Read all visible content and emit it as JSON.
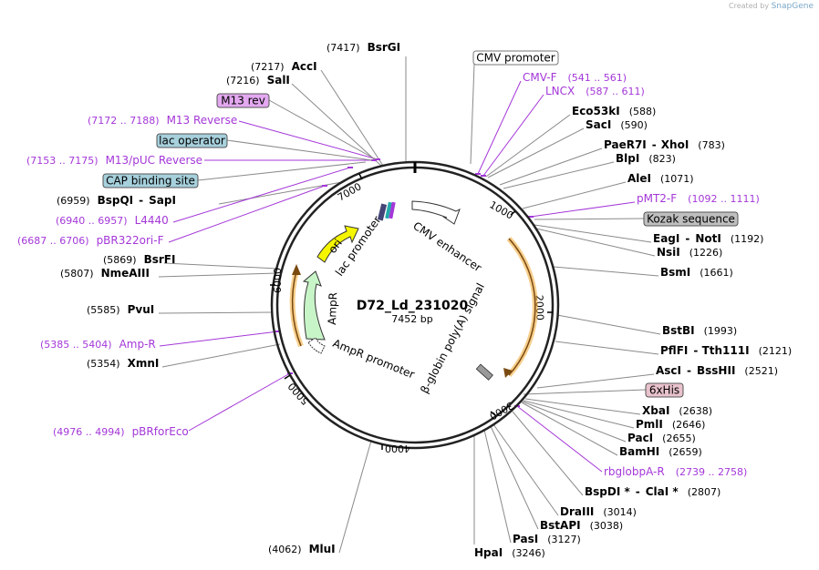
{
  "credit": {
    "prefix": "Created by",
    "brand": "SnapGene"
  },
  "plasmid": {
    "name": "D72_Ld_231020",
    "length_label": "7452 bp",
    "length": 7452
  },
  "ticks": [
    "1000",
    "2000",
    "3000",
    "4000",
    "5000",
    "6000",
    "7000"
  ],
  "enzymes": [
    {
      "id": "bsrgi",
      "pos": "(7417)",
      "name": "BsrGI"
    },
    {
      "id": "acci",
      "pos": "(7217)",
      "name": "AccI"
    },
    {
      "id": "sali",
      "pos": "(7216)",
      "name": "SalI"
    },
    {
      "id": "bspqi",
      "pos": "(6959)",
      "name": "BspQI",
      "sep": "-",
      "name2": "SapI"
    },
    {
      "id": "bsrfi",
      "pos": "(5869)",
      "name": "BsrFI"
    },
    {
      "id": "nmeaiii",
      "pos": "(5807)",
      "name": "NmeAIII"
    },
    {
      "id": "pvui",
      "pos": "(5585)",
      "name": "PvuI"
    },
    {
      "id": "xmni",
      "pos": "(5354)",
      "name": "XmnI"
    },
    {
      "id": "mlui",
      "pos": "(4062)",
      "name": "MluI"
    },
    {
      "id": "eco53ki",
      "name": "Eco53kI",
      "pos": "(588)"
    },
    {
      "id": "saci",
      "name": "SacI",
      "pos": "(590)"
    },
    {
      "id": "paer7i",
      "name": "PaeR7I",
      "sep": "-",
      "name2": "XhoI",
      "pos": "(783)"
    },
    {
      "id": "blpi",
      "name": "BlpI",
      "pos": "(823)"
    },
    {
      "id": "alei",
      "name": "AleI",
      "pos": "(1071)"
    },
    {
      "id": "eagi",
      "name": "EagI",
      "sep": "-",
      "name2": "NotI",
      "pos": "(1192)"
    },
    {
      "id": "nsii",
      "name": "NsiI",
      "pos": "(1226)"
    },
    {
      "id": "bsmi",
      "name": "BsmI",
      "pos": "(1661)"
    },
    {
      "id": "bstbi",
      "name": "BstBI",
      "pos": "(1993)"
    },
    {
      "id": "pflfi",
      "name": "PflFI",
      "sep": "-",
      "name2": "Tth111I",
      "pos": "(2121)"
    },
    {
      "id": "asci",
      "name": "AscI",
      "sep": "-",
      "name2": "BssHII",
      "pos": "(2521)"
    },
    {
      "id": "xbai",
      "name": "XbaI",
      "pos": "(2638)"
    },
    {
      "id": "pmli",
      "name": "PmlI",
      "pos": "(2646)"
    },
    {
      "id": "paci",
      "name": "PacI",
      "pos": "(2655)"
    },
    {
      "id": "bamhi",
      "name": "BamHI",
      "pos": "(2659)"
    },
    {
      "id": "bspdi",
      "name": "BspDI *",
      "sep": "-",
      "name2": "ClaI *",
      "pos": "(2807)"
    },
    {
      "id": "draiii",
      "name": "DraIII",
      "pos": "(3014)"
    },
    {
      "id": "bstapi",
      "name": "BstAPI",
      "pos": "(3038)"
    },
    {
      "id": "pasi",
      "name": "PasI",
      "pos": "(3127)"
    },
    {
      "id": "hpai",
      "name": "HpaI",
      "pos": "(3246)"
    }
  ],
  "primers": [
    {
      "id": "m13reverse",
      "range": "(7172 .. 7188)",
      "name": "M13 Reverse"
    },
    {
      "id": "m13puc",
      "range": "(7153 .. 7175)",
      "name": "M13/pUC Reverse"
    },
    {
      "id": "l4440",
      "range": "(6940 .. 6957)",
      "name": "L4440"
    },
    {
      "id": "pbr322ori",
      "range": "(6687 .. 6706)",
      "name": "pBR322ori-F"
    },
    {
      "id": "ampr",
      "range": "(5385 .. 5404)",
      "name": "Amp-R"
    },
    {
      "id": "pbrforeco",
      "range": "(4976 .. 4994)",
      "name": "pBRforEco"
    },
    {
      "id": "cmvf",
      "name": "CMV-F",
      "range": "(541 .. 561)"
    },
    {
      "id": "lncx",
      "name": "LNCX",
      "range": "(587 .. 611)"
    },
    {
      "id": "pmt2f",
      "name": "pMT2-F",
      "range": "(1092 .. 1111)"
    },
    {
      "id": "rbglobpa",
      "name": "rbglobpA-R",
      "range": "(2739 .. 2758)"
    }
  ],
  "boxed_features": [
    {
      "id": "cmvpromoter",
      "label": "CMV promoter",
      "fill": "#ffffff",
      "stroke": "#777777"
    },
    {
      "id": "m13rev",
      "label": "M13 rev",
      "fill": "#e3a8f0",
      "stroke": "#555555"
    },
    {
      "id": "lacoperator",
      "label": "lac operator",
      "fill": "#a6d0dc",
      "stroke": "#555555"
    },
    {
      "id": "capbinding",
      "label": "CAP binding site",
      "fill": "#a6d0dc",
      "stroke": "#555555"
    },
    {
      "id": "kozak",
      "label": "Kozak sequence",
      "fill": "#bfbfbf",
      "stroke": "#555555"
    },
    {
      "id": "sixhis",
      "label": "6xHis",
      "fill": "#e8c2cc",
      "stroke": "#555555"
    }
  ],
  "inner_features": [
    {
      "id": "ori",
      "label": "ori",
      "color": "#f5f500"
    },
    {
      "id": "lacpromoter",
      "label": "lac promoter"
    },
    {
      "id": "cmvenhancer",
      "label": "CMV enhancer"
    },
    {
      "id": "ampr",
      "label": "AmpR",
      "color": "#c8f5c8"
    },
    {
      "id": "amprpromoter",
      "label": "AmpR promoter"
    },
    {
      "id": "betaglobin",
      "label": "β-globin poly(A) signal"
    }
  ],
  "colors": {
    "primer": "#a437d8",
    "orf_arc": "#f0a830",
    "ring": "#222222",
    "leader": "#8a8a8a"
  }
}
